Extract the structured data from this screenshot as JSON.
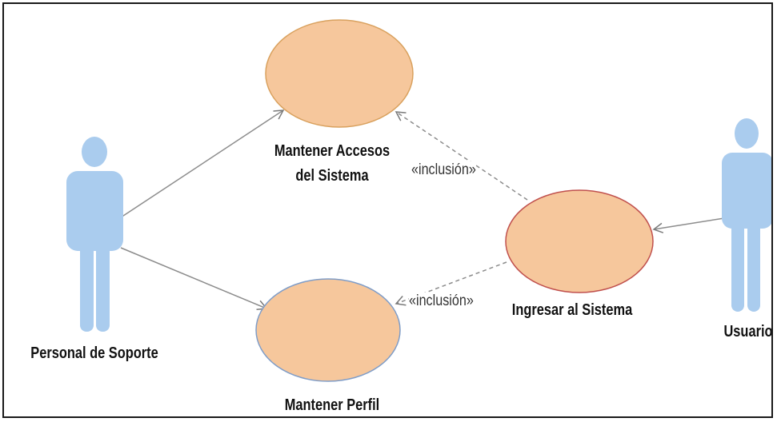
{
  "diagram": {
    "type": "use-case",
    "actors": {
      "support": {
        "name": "Personal de Soporte",
        "icon": "actor-figure-icon"
      },
      "user": {
        "name": "Usuario",
        "icon": "actor-figure-icon"
      }
    },
    "use_cases": {
      "accesses": {
        "line1": "Mantener Accesos",
        "line2": "del Sistema"
      },
      "login": {
        "name": "Ingresar al Sistema"
      },
      "profile": {
        "name": "Mantener Perfil"
      }
    },
    "relations": {
      "include_1": "«inclusión»",
      "include_2": "«inclusión»"
    },
    "colors": {
      "usecase_fill": "#f6c79c",
      "accesses_border": "#d9a15e",
      "login_border": "#c0504d",
      "profile_border": "#7f9dc8",
      "actor_fill": "#aaccee",
      "association_line": "#8c8c8c"
    }
  }
}
